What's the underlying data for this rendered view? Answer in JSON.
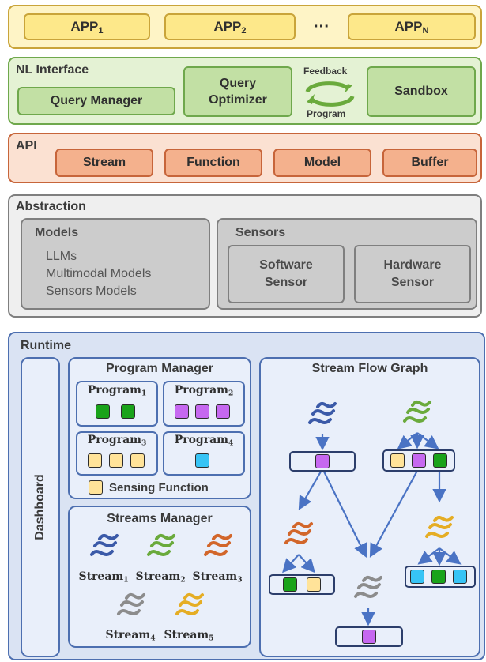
{
  "colors": {
    "app_fill": "#fde88a",
    "app_border": "#c9a43a",
    "nl_fill": "#e4f2d4",
    "nl_box": "#c2e0a4",
    "nl_border": "#6fa84c",
    "api_fill": "#fbe1d2",
    "api_box": "#f4b18d",
    "api_border": "#c7653a",
    "abs_fill": "#efefef",
    "abs_box": "#cccccc",
    "abs_border": "#7f7f7f",
    "rt_fill": "#dae3f3",
    "rt_inner": "#e9effa",
    "rt_border": "#4d6fb0",
    "green": "#1aa31a",
    "purple": "#c668f0",
    "yellow": "#ffe399",
    "cyan": "#37c4f5",
    "stream1": "#3b5aa8",
    "stream2": "#6aaa3c",
    "stream3": "#d2662a",
    "stream4": "#8c8c8c",
    "stream5": "#e5ad24"
  },
  "apps": {
    "items": [
      {
        "base": "APP",
        "sub": "1"
      },
      {
        "base": "APP",
        "sub": "2"
      },
      {
        "base": "APP",
        "sub": "N"
      }
    ],
    "ellipsis": "···"
  },
  "nl": {
    "title": "NL Interface",
    "query_manager": "Query Manager",
    "query_optimizer_line1": "Query",
    "query_optimizer_line2": "Optimizer",
    "feedback": "Feedback",
    "program": "Program",
    "sandbox": "Sandbox",
    "loop_icon": "refresh-cycle"
  },
  "api": {
    "title": "API",
    "items": [
      "Stream",
      "Function",
      "Model",
      "Buffer"
    ]
  },
  "abstraction": {
    "title": "Abstraction",
    "models": {
      "title": "Models",
      "items": [
        "LLMs",
        "Multimodal Models",
        "Sensors Models"
      ]
    },
    "sensors": {
      "title": "Sensors",
      "software_line1": "Software",
      "software_line2": "Sensor",
      "hardware_line1": "Hardware",
      "hardware_line2": "Sensor"
    }
  },
  "runtime": {
    "title": "Runtime",
    "dashboard": "Dashboard",
    "program_manager": {
      "title": "Program Manager",
      "programs": [
        {
          "base": "Program",
          "sub": "1",
          "squares": [
            "green",
            "green"
          ]
        },
        {
          "base": "Program",
          "sub": "2",
          "squares": [
            "purple",
            "purple",
            "purple"
          ]
        },
        {
          "base": "Program",
          "sub": "3",
          "squares": [
            "yellow",
            "yellow",
            "yellow"
          ]
        },
        {
          "base": "Program",
          "sub": "4",
          "squares": [
            "cyan"
          ]
        }
      ],
      "legend": "Sensing Function"
    },
    "streams_manager": {
      "title": "Streams Manager",
      "streams": [
        {
          "base": "Stream",
          "sub": "1",
          "color": "stream1"
        },
        {
          "base": "Stream",
          "sub": "2",
          "color": "stream2"
        },
        {
          "base": "Stream",
          "sub": "3",
          "color": "stream3"
        },
        {
          "base": "Stream",
          "sub": "4",
          "color": "stream4"
        },
        {
          "base": "Stream",
          "sub": "5",
          "color": "stream5"
        }
      ]
    },
    "flow_graph": {
      "title": "Stream Flow Graph",
      "nodes": [
        {
          "id": "n1",
          "squares": [
            "purple"
          ]
        },
        {
          "id": "n2",
          "squares": [
            "yellow",
            "purple",
            "green"
          ]
        },
        {
          "id": "n3",
          "squares": [
            "green",
            "yellow"
          ]
        },
        {
          "id": "n4",
          "squares": [
            "cyan",
            "green",
            "cyan"
          ]
        },
        {
          "id": "n5",
          "squares": [
            "purple"
          ]
        }
      ],
      "streams": [
        "stream1",
        "stream2",
        "stream3",
        "stream5",
        "stream4"
      ]
    }
  }
}
